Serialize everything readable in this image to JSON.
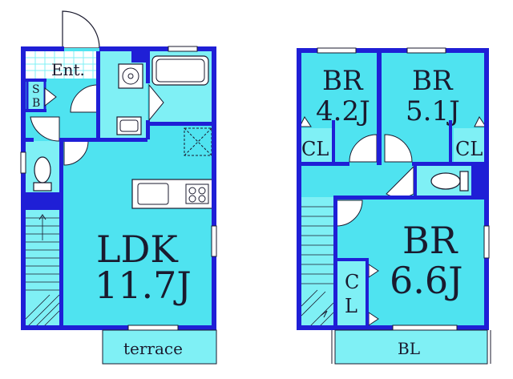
{
  "colors": {
    "wall": "#1f1fd6",
    "room": "#4fe3f0",
    "room_light": "#7ff0f5",
    "outline": "#1a1a2e",
    "white": "#ffffff"
  },
  "floor1": {
    "entrance": "Ent.",
    "storage": [
      "S",
      "B"
    ],
    "ldk_name": "LDK",
    "ldk_size": "11.7J",
    "terrace": "terrace"
  },
  "floor2": {
    "br1_name": "BR",
    "br1_size": "4.2J",
    "br2_name": "BR",
    "br2_size": "5.1J",
    "br3_name": "BR",
    "br3_size": "6.6J",
    "closet1": "CL",
    "closet2": "CL",
    "closet3": [
      "C",
      "L"
    ],
    "balcony": "BL"
  },
  "icons": [
    "door-swing-icon",
    "toilet-icon",
    "bathtub-icon",
    "sink-icon",
    "stove-icon",
    "washer-icon",
    "stairs-icon",
    "window-icon"
  ]
}
